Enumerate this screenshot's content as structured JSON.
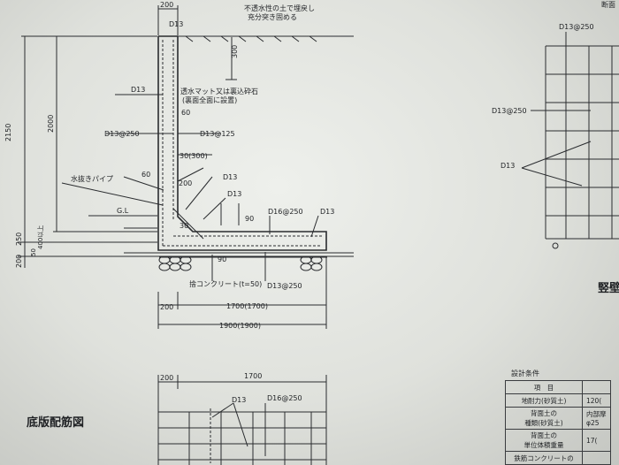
{
  "section": {
    "dims": {
      "top_200": "200",
      "d13_top": "D13",
      "h2150": "2150",
      "h2000": "2000",
      "h300": "300",
      "h250": "250",
      "h400": "400以上",
      "h50": "50",
      "h200b": "200",
      "w60a": "60",
      "w60b": "60",
      "w30": "30(300)",
      "w200": "200",
      "w90a": "90",
      "w90b": "90",
      "w30c": "30",
      "b200": "200",
      "b1700": "1700(1700)",
      "b1900": "1900(1900)"
    },
    "notes": {
      "backfill_1": "不透水性の土で埋戻し",
      "backfill_2": "充分突き固める",
      "mat_1": "透水マット又は裏込砕石",
      "mat_2": "(裏面全面に設置)",
      "d13_left": "D13",
      "d13_250": "D13@250",
      "d13_125": "D13@125",
      "drain": "水抜きパイプ",
      "gl": "G.L",
      "d13_r1": "D13",
      "d13_r2": "D13",
      "d16_250": "D16@250",
      "d13_r3": "D13",
      "lean": "捨コンクリート(t=50)",
      "d13_bot": "D13@250"
    }
  },
  "elevation": {
    "top_label": "断面",
    "d13_250_top": "D13@250",
    "d13_250_mid": "D13@250",
    "d13": "D13",
    "title_fragment": "竪壁"
  },
  "base_plan": {
    "title": "底版配筋図",
    "dim_200": "200",
    "dim_1700": "1700",
    "d13": "D13",
    "d16": "D16@250"
  },
  "design_conditions": {
    "title": "設計条件",
    "rows": [
      [
        "項　目",
        ""
      ],
      [
        "地耐力(砂質土)",
        "120("
      ],
      [
        "背面土の\n種類(砂質土)",
        "内部摩\nφ25"
      ],
      [
        "背面土の\n単位体積重量",
        "17("
      ],
      [
        "鉄筋コンクリートの",
        ""
      ]
    ]
  }
}
